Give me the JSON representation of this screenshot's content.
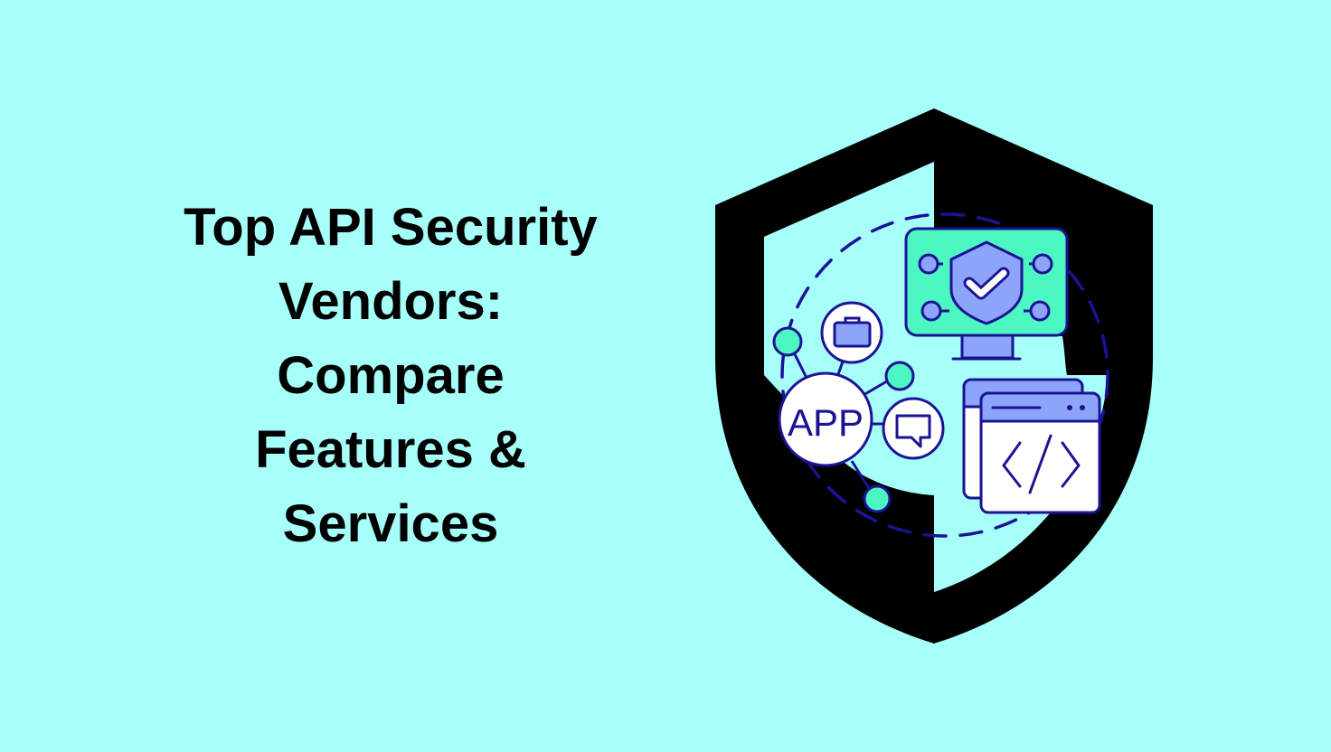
{
  "title": {
    "lines": [
      "Top API Security",
      "Vendors:",
      "Compare",
      "Features &",
      "Services"
    ]
  },
  "illustration": {
    "app_label": "APP",
    "icons": [
      "shield-icon",
      "monitor-icon",
      "shield-check-icon",
      "briefcase-icon",
      "chat-bubble-icon",
      "browser-window-icon",
      "code-icon",
      "network-node-icon"
    ]
  },
  "colors": {
    "background": "#a6fff9",
    "shield": "#000000",
    "outline": "#1b1394",
    "mint": "#4cf7c2",
    "periwinkle": "#8da4fb",
    "white": "#ffffff"
  }
}
